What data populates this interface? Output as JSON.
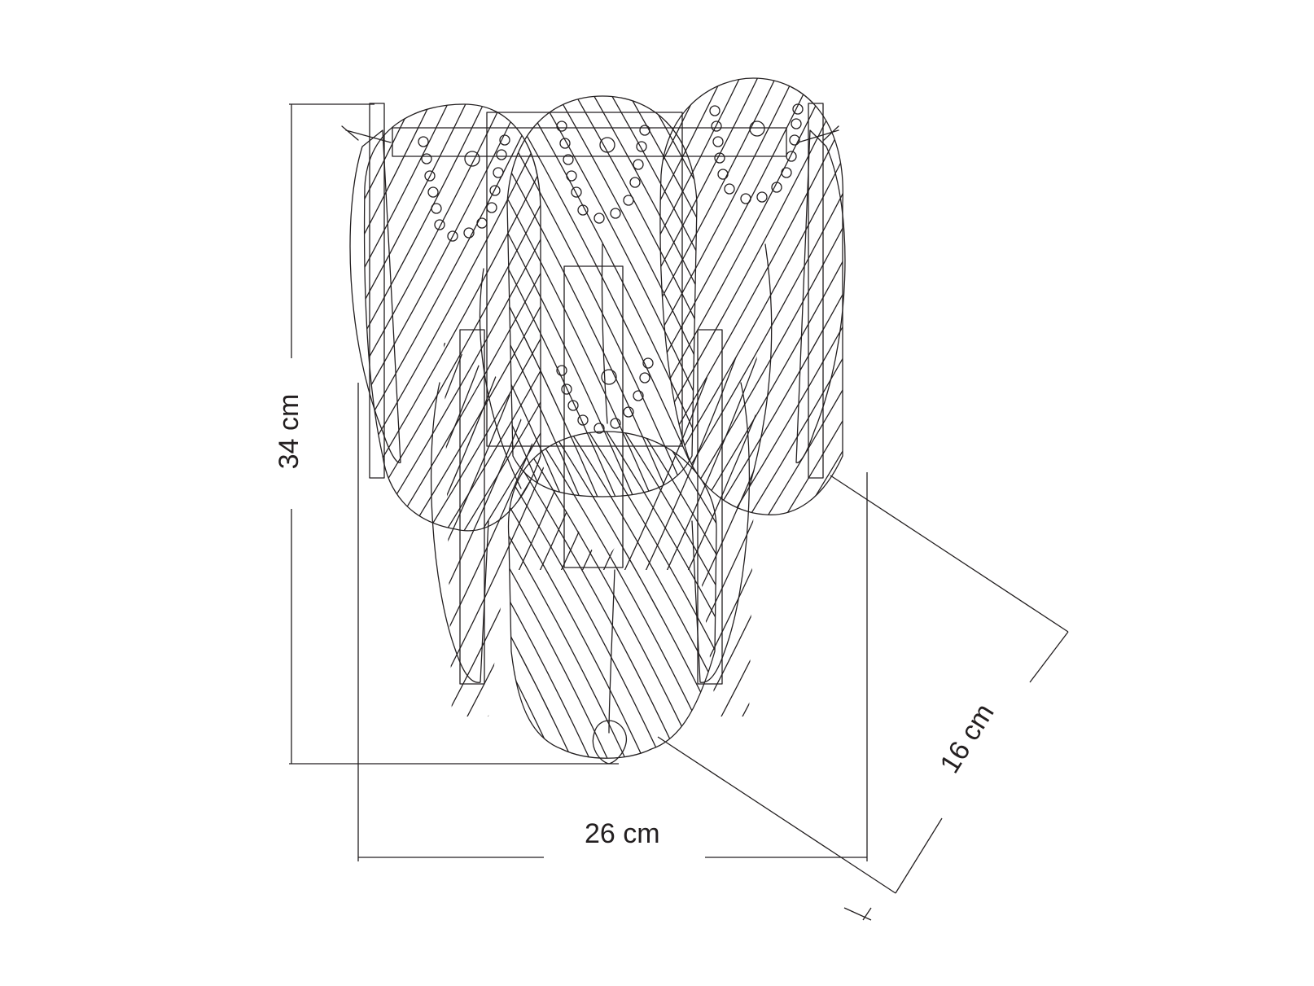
{
  "diagram": {
    "subject": "feather-leaf wall sconce line drawing",
    "stroke_color": "#231f20",
    "background": "#ffffff",
    "dimensions": {
      "height_label": "34 cm",
      "width_label": "26 cm",
      "depth_label": "16 cm"
    }
  }
}
